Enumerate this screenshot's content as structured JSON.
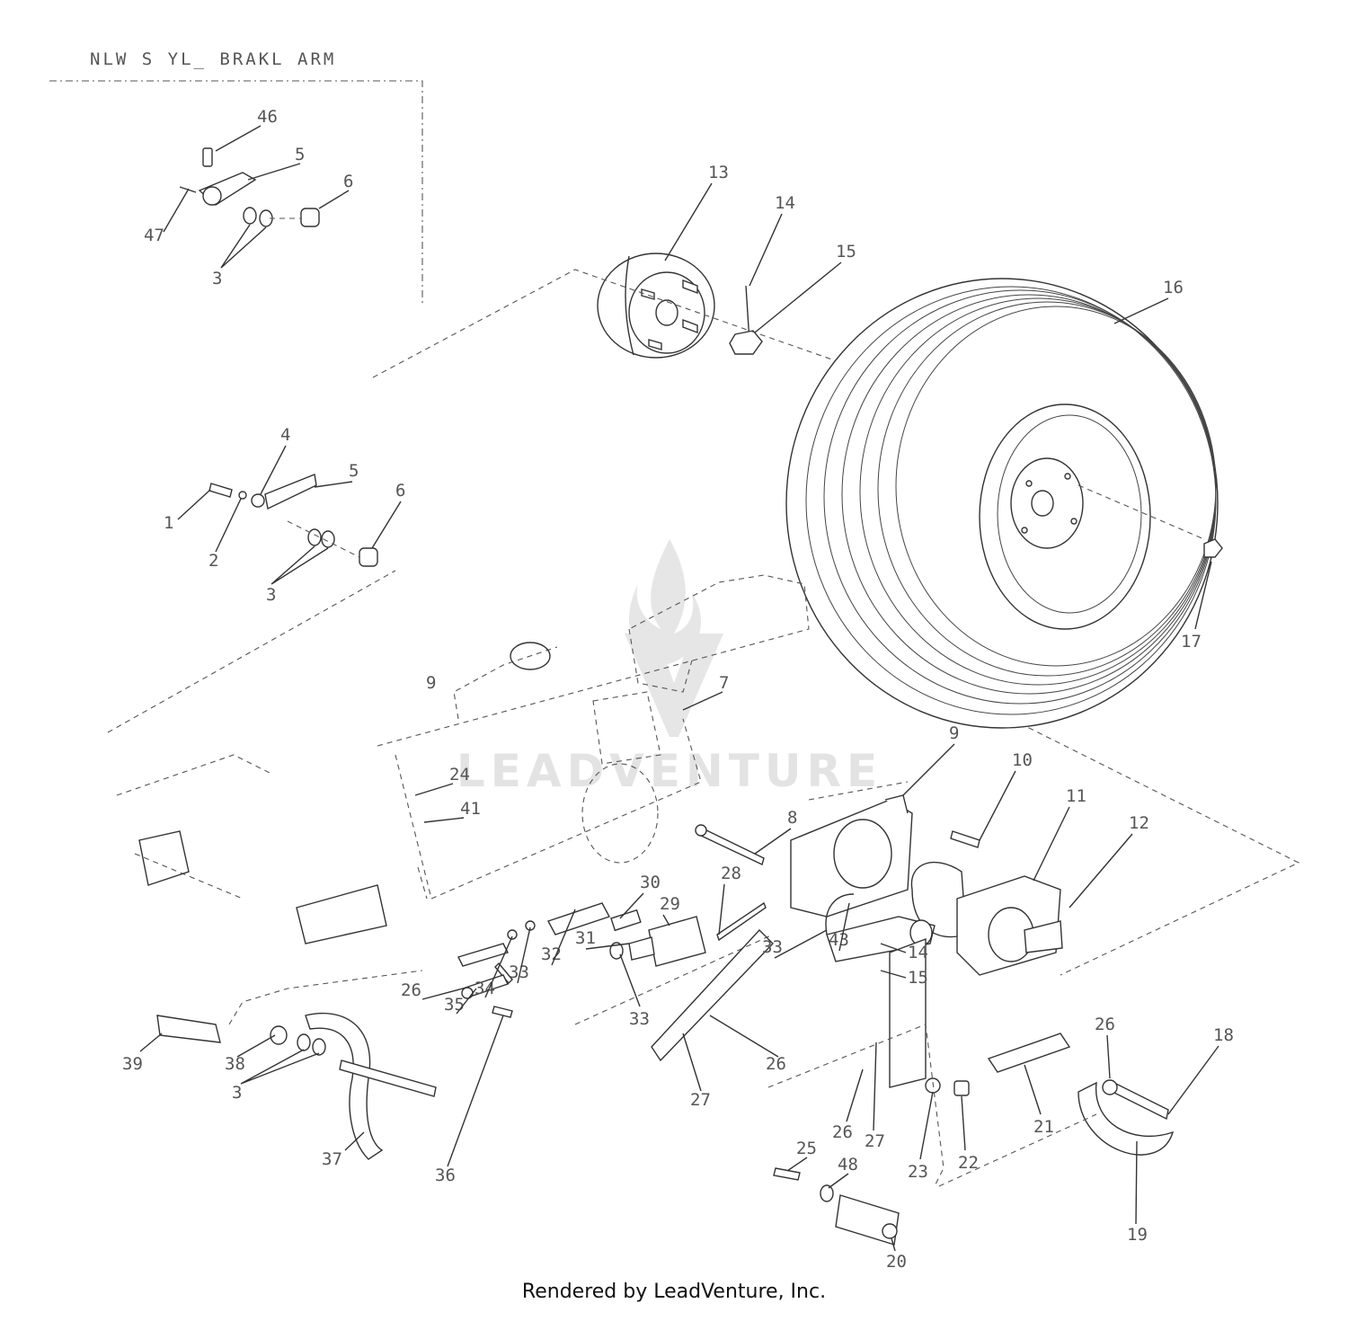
{
  "diagram": {
    "inset_title": "NLW S YL_ BRAKL ARM",
    "watermark": "LEADVENTURE",
    "footer": "Rendered by LeadVenture, Inc.",
    "callouts": {
      "c46": "46",
      "c5a": "5",
      "c47": "47",
      "c6a": "6",
      "c3a": "3",
      "c13": "13",
      "c14a": "14",
      "c15a": "15",
      "c16": "16",
      "c4": "4",
      "c5b": "5",
      "c1": "1",
      "c2": "2",
      "c6b": "6",
      "c3b": "3",
      "c17": "17",
      "c7": "7",
      "c9": "9",
      "c10": "10",
      "c11": "11",
      "c12": "12",
      "c24": "24",
      "c41": "41",
      "c8": "8",
      "c9b": "9",
      "c28": "28",
      "c30": "30",
      "c29": "29",
      "c31": "31",
      "c32": "32",
      "c33a": "33",
      "c34": "34",
      "c33b": "33",
      "c35": "35",
      "c26a": "26",
      "c33c": "33",
      "c43": "43",
      "c14b": "14",
      "c15b": "15",
      "c39": "39",
      "c38": "38",
      "c3c": "3",
      "c37": "37",
      "c36": "36",
      "c26b": "26",
      "c27a": "27",
      "c26c": "26",
      "c27b": "27",
      "c23": "23",
      "c22": "22",
      "c21": "21",
      "c26d": "26",
      "c18": "18",
      "c19": "19",
      "c25": "25",
      "c48": "48",
      "c20": "20"
    }
  }
}
